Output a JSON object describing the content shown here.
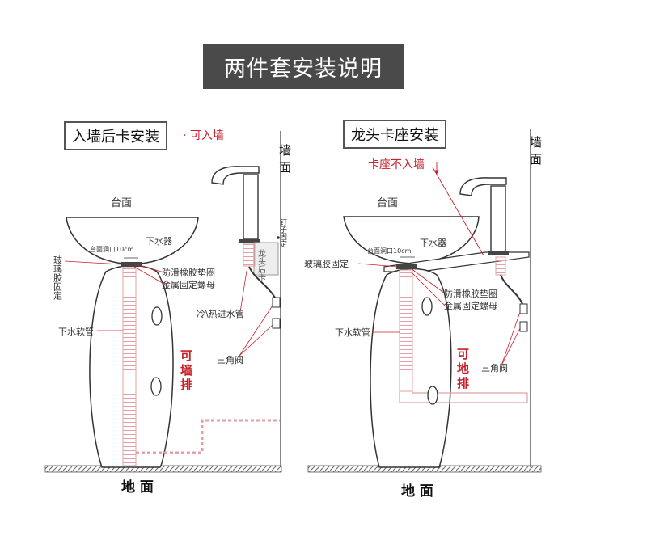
{
  "title": "两件套安装说明",
  "left_panel": {
    "heading": "入墙后卡安装",
    "note": "· 可入墙",
    "wall": "墙面",
    "counter": "台面",
    "hole": "台面洞口10cm",
    "drain": "下水器",
    "glue": "玻璃胶固定",
    "gasket": "防滑橡胶垫圈",
    "nut": "金属固定螺母",
    "hose": "下水软管",
    "inlet": "冷\\热进水管",
    "valve": "三角阀",
    "nail": "钉子固定",
    "rear_clip": "龙头后卡",
    "drain_wall": "可墙排",
    "floor": "地 面"
  },
  "right_panel": {
    "heading": "龙头卡座安装",
    "note": "卡座不入墙",
    "wall": "墙面",
    "counter": "台面",
    "hole": "台面洞口10cm",
    "drain": "下水器",
    "glue": "玻璃胶固定",
    "gasket": "防滑橡胶垫圈",
    "nut": "金属固定螺母",
    "hose": "下水软管",
    "valve": "三角阀",
    "drain_ground": "可地排",
    "floor": "地 面"
  },
  "colors": {
    "accent": "#c8202a",
    "title_bg": "#4a4a4a",
    "line": "#333333"
  }
}
